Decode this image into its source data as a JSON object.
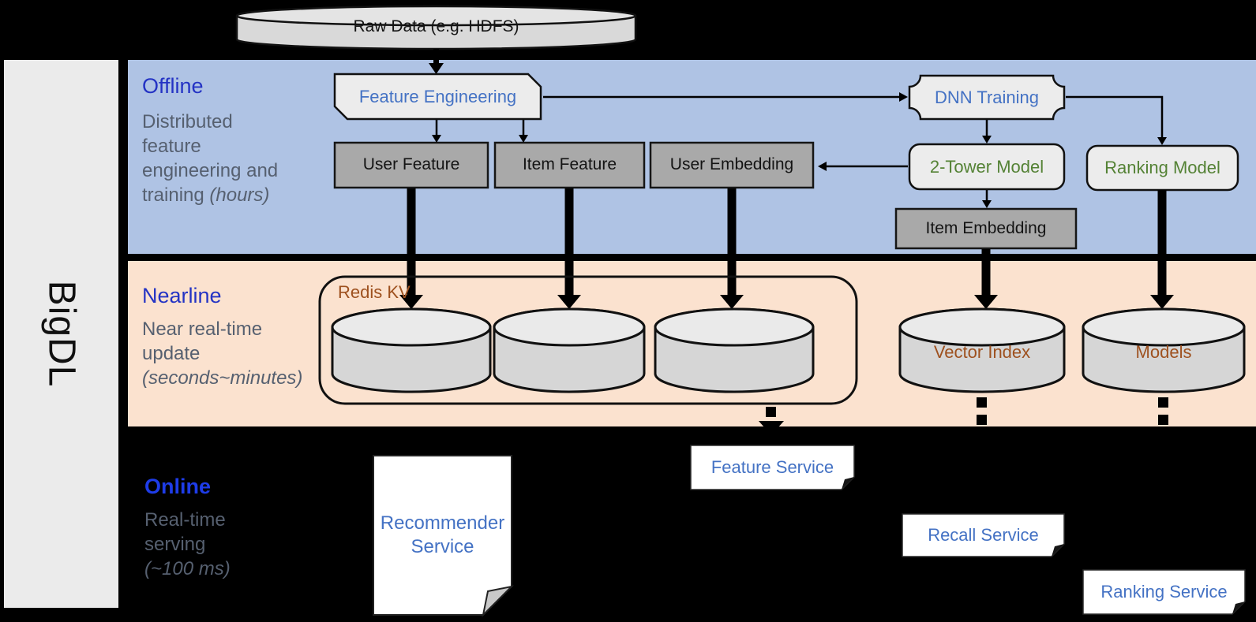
{
  "sidebar": {
    "brand": "BigDL"
  },
  "source": {
    "label": "Raw Data (e.g. HDFS)"
  },
  "sections": {
    "offline": {
      "title": "Offline",
      "description": "Distributed feature engineering and training",
      "description_note": "(hours)"
    },
    "nearline": {
      "title": "Nearline",
      "description": "Near real-time update",
      "description_note": "(seconds~minutes)"
    },
    "online": {
      "title": "Online",
      "description": "Real-time serving",
      "description_note": "(~100 ms)"
    }
  },
  "nodes": {
    "feature_engineering": "Feature Engineering",
    "dnn_training": "DNN Training",
    "user_feature": "User Feature",
    "item_feature": "Item Feature",
    "user_embedding": "User Embedding",
    "two_tower_model": "2-Tower Model",
    "ranking_model": "Ranking Model",
    "item_embedding": "Item Embedding",
    "redis_kv": "Redis KV",
    "vector_index": "Vector Index",
    "models": "Models",
    "recommender_service": "Recommender Service",
    "feature_service": "Feature Service",
    "recall_service": "Recall Service",
    "ranking_service": "Ranking Service"
  },
  "colors": {
    "background": "#000000",
    "offline_band": "#afc3e4",
    "nearline_band": "#fbe2cf",
    "sidebar_bar": "#ebebeb",
    "node_gray_fill": "#a9a9a9",
    "node_light_fill": "#ececec",
    "cylinder_fill": "#d6d6d6",
    "accent_blue_text": "#4472c4",
    "section_title_blue": "#2433c4",
    "online_title_blue": "#1e3ce8",
    "green_text": "#548235",
    "brown_text": "#9e511f",
    "caption_gray": "#566070"
  }
}
